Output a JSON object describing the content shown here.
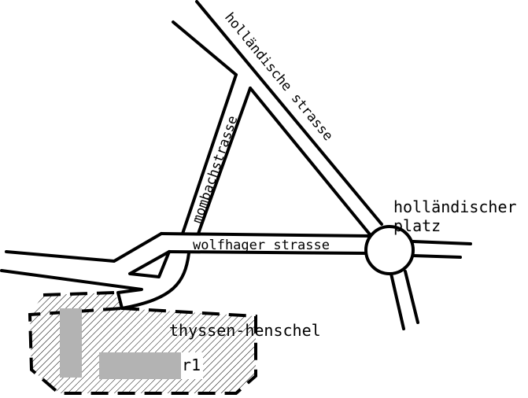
{
  "map": {
    "streets": {
      "hollaendische_strasse": "holländische strasse",
      "mombachstrasse": "mombachstrasse",
      "wolfhager_strasse": "wolfhager strasse"
    },
    "places": {
      "platz_line1": "holländischer",
      "platz_line2": "platz",
      "site": "thyssen-henschel",
      "building": "r1"
    },
    "colors": {
      "ink": "#000000",
      "building_fill": "#b3b3b3",
      "background": "#ffffff"
    }
  }
}
